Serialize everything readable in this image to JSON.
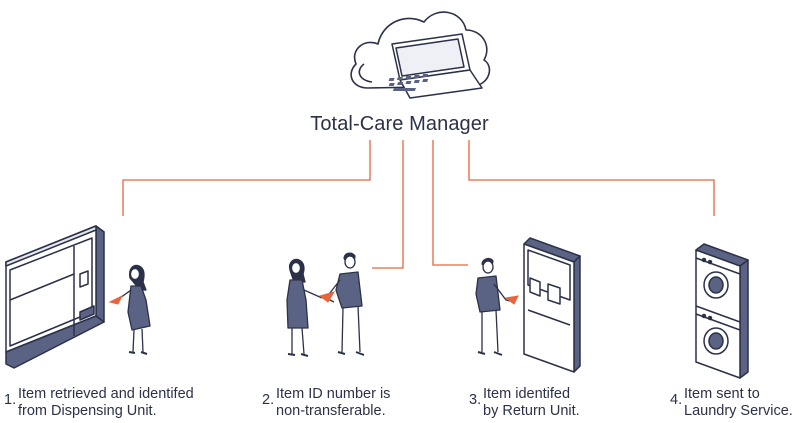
{
  "title": "Total-Care Manager",
  "steps": [
    {
      "number": "1.",
      "line1": "Item retrieved and identifed",
      "line2": "from Dispensing Unit."
    },
    {
      "number": "2.",
      "line1": "Item ID number is",
      "line2": "non-transferable."
    },
    {
      "number": "3.",
      "line1": "Item identifed",
      "line2": "by Return Unit."
    },
    {
      "number": "4.",
      "line1": "Item sent to",
      "line2": "Laundry Service."
    }
  ],
  "colors": {
    "connector": "#e8643c",
    "outline": "#2c3148",
    "fill_dark": "#5b6385",
    "fill_light": "#ffffff",
    "accent": "#e8643c"
  },
  "icons": [
    "cloud-icon",
    "laptop-icon",
    "dispensing-unit-icon",
    "person-icon",
    "return-unit-icon",
    "laundry-machine-icon"
  ]
}
